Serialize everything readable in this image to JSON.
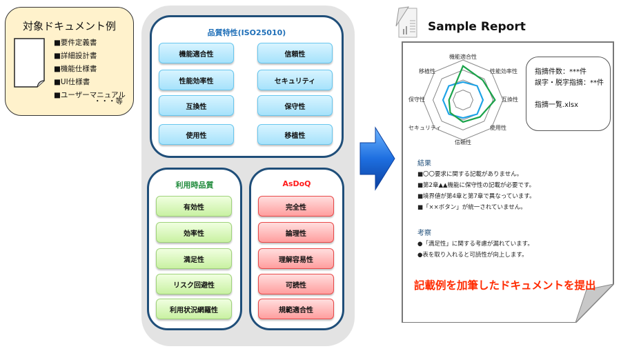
{
  "target_docs": {
    "title": "対象ドキュメント例",
    "items": [
      "■要件定義書",
      "■詳細設計書",
      "■機能仕様書",
      "■UI仕様書",
      "■ユーザーマニュアル"
    ],
    "etc": "・・・等"
  },
  "iso": {
    "title": "品質特性(ISO25010)",
    "items": [
      "機能適合性",
      "信頼性",
      "性能効率性",
      "セキュリティ",
      "互換性",
      "保守性",
      "使用性",
      "移植性"
    ]
  },
  "quality_in_use": {
    "title": "利用時品質",
    "items": [
      "有効性",
      "効率性",
      "満足性",
      "リスク回避性",
      "利用状況網羅性"
    ]
  },
  "asdoq": {
    "title": "AsDoQ",
    "items": [
      "完全性",
      "論理性",
      "理解容易性",
      "可読性",
      "規範適合性"
    ]
  },
  "report": {
    "title": "Sample Report",
    "info": {
      "count": "指摘件数：***件",
      "typo": "誤字・脱字指摘：**件",
      "file": "指摘一覧.xlsx"
    },
    "results_title": "結果",
    "results": [
      "■〇〇要求に関する記載がありません。",
      "■第2章▲▲機能に保守性の記載が必要です。",
      "■境界値が第4章と第7章で異なっています。",
      "■「××ボタン」が統一されていません。"
    ],
    "discussion_title": "考察",
    "discussion": [
      "●「満足性」に関する考慮が漏れています。",
      "●表を取り入れると可読性が向上します。"
    ],
    "submit": "記載例を加筆したドキュメントを提出"
  },
  "chart_data": {
    "type": "radar",
    "categories": [
      "機能適合性",
      "性能効率性",
      "互換性",
      "使用性",
      "信頼性",
      "セキュリティ",
      "保守性",
      "移植性"
    ],
    "range": [
      0,
      4
    ],
    "series": [
      {
        "name": "green",
        "color": "#1aa34a",
        "values": [
          3.4,
          2.8,
          3.2,
          2.4,
          2.2,
          1.8,
          1.4,
          1.4
        ]
      },
      {
        "name": "blue",
        "color": "#1fa3e6",
        "values": [
          1.8,
          2.0,
          2.0,
          2.0,
          1.8,
          2.0,
          2.0,
          2.0
        ]
      }
    ]
  },
  "colors": {
    "frame": "#1f4e79",
    "iso_title": "#1f6fb8",
    "green_title": "#1e8a3a",
    "asdoq_title": "#ff1a1a",
    "submit": "#ff2a00"
  }
}
